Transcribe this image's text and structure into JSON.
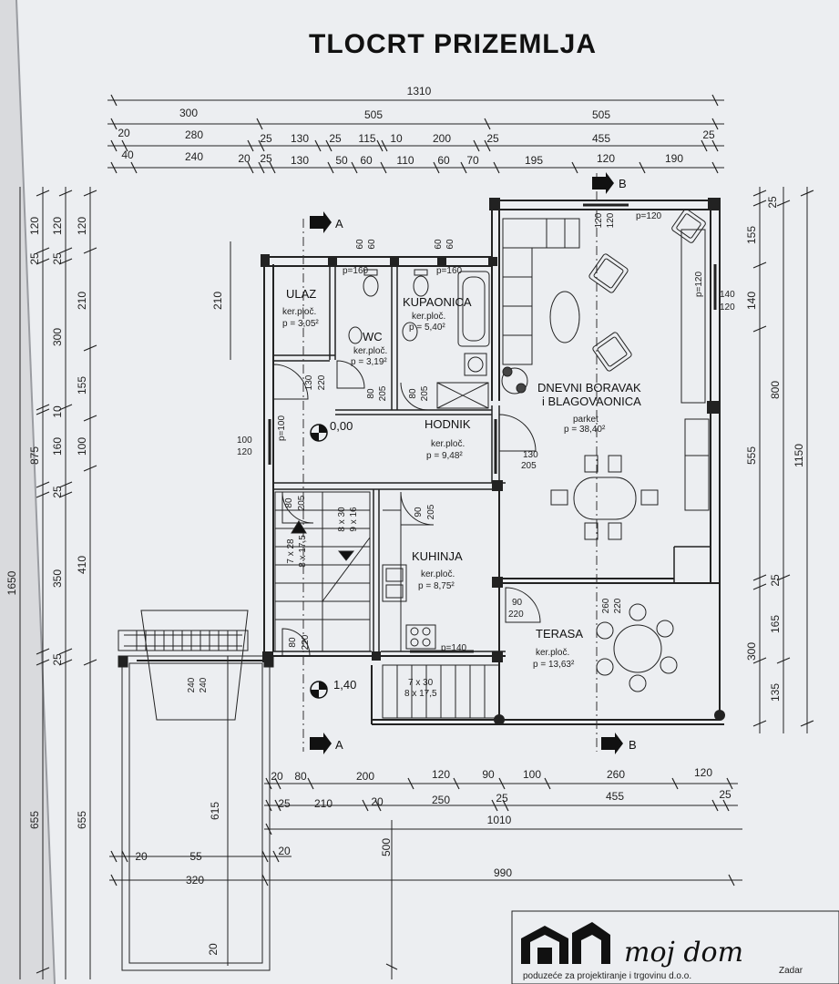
{
  "title": "TLOCRT PRIZEMLJA",
  "top_dims": {
    "row1": [
      "1310"
    ],
    "row2": [
      "300",
      "505",
      "505"
    ],
    "row3": [
      "20",
      "280",
      "25",
      "130",
      "25",
      "115",
      "10",
      "200",
      "25",
      "455",
      "25"
    ],
    "row4": [
      "40",
      "240",
      "20",
      "25",
      "130",
      "50",
      "60",
      "110",
      "60",
      "70",
      "195",
      "120",
      "190"
    ]
  },
  "left_dims": {
    "outer": "1650",
    "col2": [
      "875",
      "655"
    ],
    "col3": [
      "120",
      "25",
      "300",
      "10",
      "160",
      "25",
      "350",
      "25",
      "655"
    ],
    "col4": [
      "120",
      "210",
      "155",
      "100",
      "410"
    ],
    "ext_a": [
      "210",
      "615"
    ],
    "ext_b": [
      "120",
      "25",
      "20",
      "240"
    ]
  },
  "right_dims": {
    "col1": [
      "25",
      "155",
      "140",
      "555",
      "25",
      "165",
      "135"
    ],
    "col2": [
      "800",
      "300"
    ],
    "col3": [
      "1150"
    ]
  },
  "bottom_dims": {
    "row1": [
      "20",
      "80",
      "200",
      "120",
      "90",
      "100",
      "260",
      "120"
    ],
    "row2": [
      "25",
      "210",
      "20",
      "250",
      "25",
      "455",
      "25"
    ],
    "row3": [
      "1010"
    ],
    "row4": [
      "20",
      "55",
      "20"
    ],
    "row5": [
      "320",
      "990"
    ],
    "vertical": "500",
    "bottom_left": "20"
  },
  "rooms": [
    {
      "name": "ULAZ",
      "floor": "ker.ploč.",
      "area": "p = 3,05²"
    },
    {
      "name": "WC",
      "floor": "ker.ploč.",
      "area": "p = 3,19²"
    },
    {
      "name": "KUPAONICA",
      "floor": "ker.ploč.",
      "area": "p = 5,40²"
    },
    {
      "name": "HODNIK",
      "floor": "ker.ploč.",
      "area": "p = 9,48²"
    },
    {
      "name": "DNEVNI BORAVAK",
      "name2": "i BLAGOVAONICA",
      "floor": "parket",
      "area": "p = 38,40²"
    },
    {
      "name": "KUHINJA",
      "floor": "ker.ploč.",
      "area": "p = 8,75²"
    },
    {
      "name": "TERASA",
      "floor": "ker.ploč.",
      "area": "p = 13,63²"
    }
  ],
  "levels": [
    "0,00",
    "1,40"
  ],
  "sections": [
    "A",
    "A",
    "B",
    "B"
  ],
  "openings": {
    "ulaz_win": "p=160",
    "wc_win_a": "60",
    "wc_win_b": "60",
    "kup_win": "p=160",
    "kup_a": "60",
    "kup_b": "60",
    "boravak_top": "120",
    "boravak_top2": "120",
    "boravak_p": "p=120",
    "boravak_right": "p=120",
    "r140": "140",
    "r120": "120",
    "d130": "130",
    "d220": "220",
    "d80a": "80",
    "d205a": "205",
    "d80b": "80",
    "d205b": "205",
    "h130": "130",
    "h205": "205",
    "p100": "p=100",
    "w100": "100",
    "w120": "120",
    "s80": "80",
    "s205": "205",
    "s8x30": "8 x 30",
    "s9x16": "9 x 16",
    "k90": "90",
    "k205": "205",
    "stair1": "7 x 28",
    "stair2": "8 x 17,5",
    "t90": "90",
    "t220": "220",
    "t260": "260",
    "t220b": "220",
    "e80": "80",
    "e220": "220",
    "kp140": "p=140",
    "ext_stair1": "7 x 30",
    "ext_stair2": "8 x 17,5",
    "terr240a": "240",
    "terr240b": "240"
  },
  "logo": {
    "brand": "moj dom",
    "tagline": "poduzeće za projektiranje i trgovinu  d.o.o.",
    "city": "Zadar"
  }
}
